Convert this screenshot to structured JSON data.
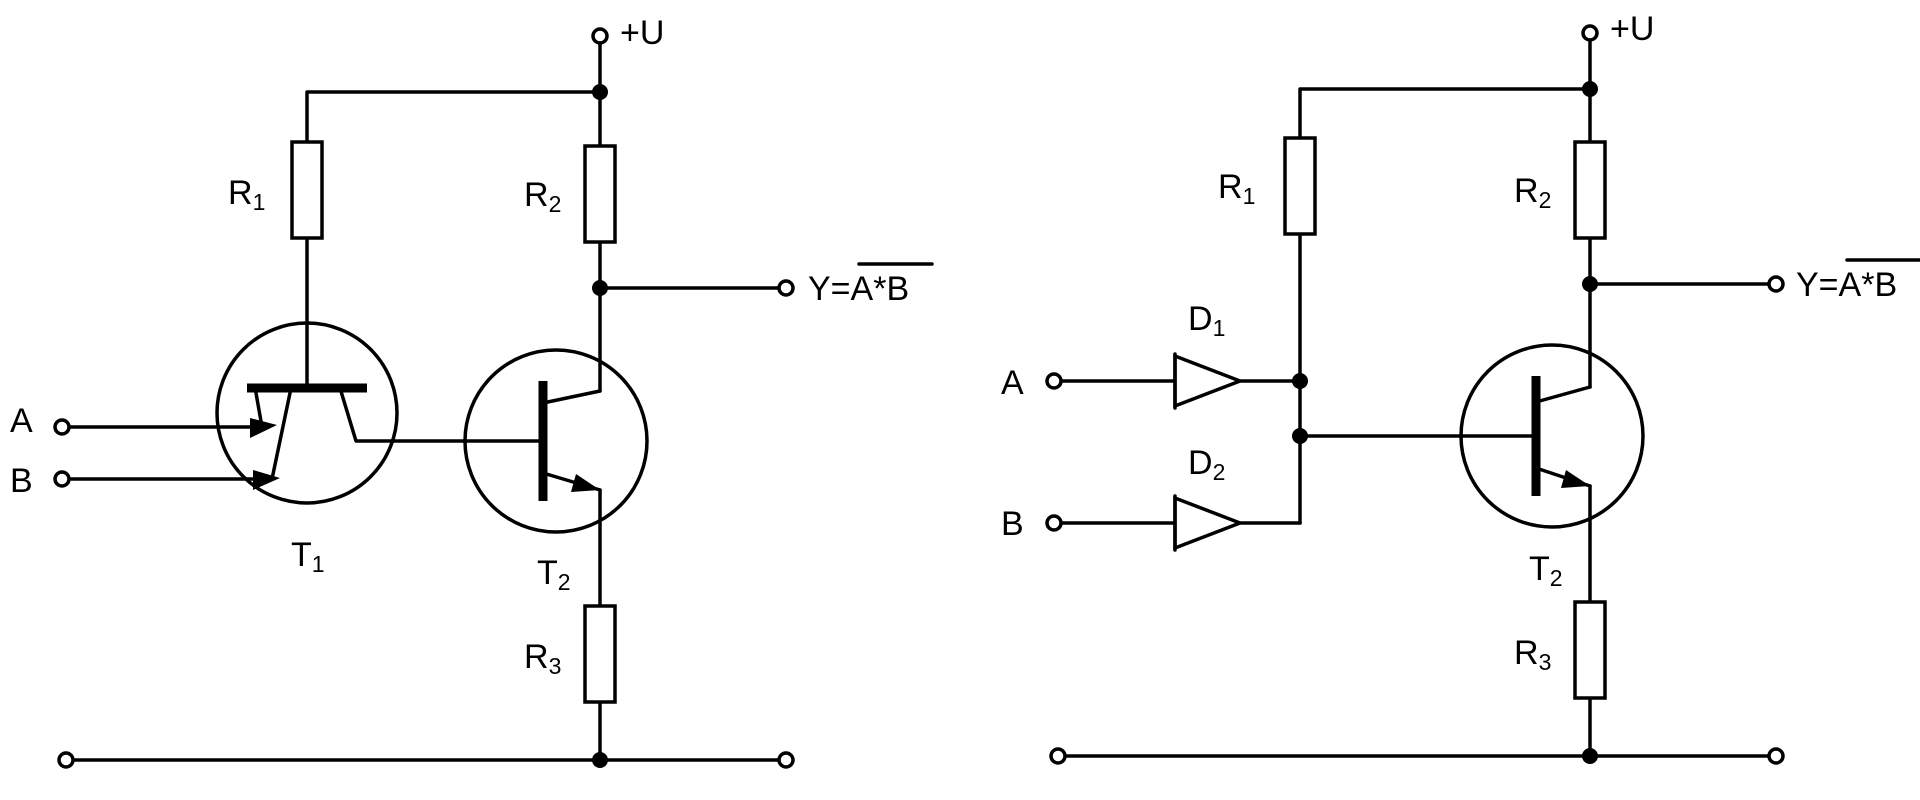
{
  "circuits": [
    {
      "supply": "+U",
      "output": {
        "prefix": "Y=",
        "expr": "A*B"
      },
      "inputs": [
        "A",
        "B"
      ],
      "r1": {
        "base": "R",
        "sub": "1"
      },
      "r2": {
        "base": "R",
        "sub": "2"
      },
      "r3": {
        "base": "R",
        "sub": "3"
      },
      "t1": {
        "base": "T",
        "sub": "1"
      },
      "t2": {
        "base": "T",
        "sub": "2"
      }
    },
    {
      "supply": "+U",
      "output": {
        "prefix": "Y=",
        "expr": "A*B"
      },
      "inputs": [
        "A",
        "B"
      ],
      "r1": {
        "base": "R",
        "sub": "1"
      },
      "r2": {
        "base": "R",
        "sub": "2"
      },
      "r3": {
        "base": "R",
        "sub": "3"
      },
      "d1": {
        "base": "D",
        "sub": "1"
      },
      "d2": {
        "base": "D",
        "sub": "2"
      },
      "t2": {
        "base": "T",
        "sub": "2"
      }
    }
  ]
}
